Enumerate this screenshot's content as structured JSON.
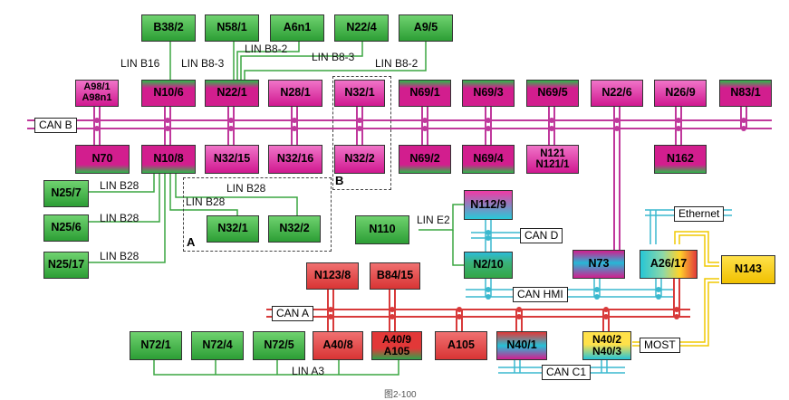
{
  "nodes": {
    "b38_2": "B38/2",
    "n58_1": "N58/1",
    "a6n1": "A6n1",
    "n22_4": "N22/4",
    "a9_5": "A9/5",
    "a98": "A98/1\nA98n1",
    "n10_6": "N10/6",
    "n22_1": "N22/1",
    "n28_1": "N28/1",
    "n32_1_top": "N32/1",
    "n69_1": "N69/1",
    "n69_3": "N69/3",
    "n69_5": "N69/5",
    "n22_6": "N22/6",
    "n26_9": "N26/9",
    "n83_1": "N83/1",
    "n70": "N70",
    "n10_8": "N10/8",
    "n32_15": "N32/15",
    "n32_16": "N32/16",
    "n32_2_top": "N32/2",
    "n69_2": "N69/2",
    "n69_4": "N69/4",
    "n121": "N121\nN121/1",
    "n162": "N162",
    "n25_7": "N25/7",
    "n25_6": "N25/6",
    "n25_17": "N25/17",
    "n32_1_low": "N32/1",
    "n32_2_low": "N32/2",
    "n110": "N110",
    "n112_9": "N112/9",
    "n2_10": "N2/10",
    "n73": "N73",
    "a26_17": "A26/17",
    "n143": "N143",
    "n123_8": "N123/8",
    "b84_15": "B84/15",
    "n72_1": "N72/1",
    "n72_4": "N72/4",
    "n72_5": "N72/5",
    "a40_8": "A40/8",
    "a40_9": "A40/9\nA105",
    "a105": "A105",
    "n40_1": "N40/1",
    "n40_2": "N40/2\nN40/3"
  },
  "buses": {
    "can_b": "CAN B",
    "can_d": "CAN D",
    "can_hmi": "CAN HMI",
    "can_a": "CAN A",
    "can_c1": "CAN C1",
    "ethernet": "Ethernet",
    "most": "MOST"
  },
  "lin_labels": {
    "b16": "LIN B16",
    "b8_3a": "LIN B8-3",
    "b8_2a": "LIN B8-2",
    "b8_3b": "LIN B8-3",
    "b8_2b": "LIN B8-2",
    "b28_grp": "LIN B28",
    "b28_a": "LIN B28",
    "b28_1": "LIN B28",
    "b28_2": "LIN B28",
    "b28_3": "LIN B28",
    "e2": "LIN E2",
    "a3": "LIN A3"
  },
  "groups": {
    "a": "A",
    "b": "B"
  },
  "caption": "图2-100",
  "colors": {
    "green": "#2c9e35",
    "magenta": "#d21e8e",
    "red": "#d83434",
    "yellow": "#f0c000",
    "cyan": "#28c9d8",
    "can_b_line": "#c0389c",
    "can_d_line": "#3ab9cf",
    "can_a_line": "#d83a3a",
    "lin_line": "#3aa640",
    "most_line": "#f0c800"
  }
}
